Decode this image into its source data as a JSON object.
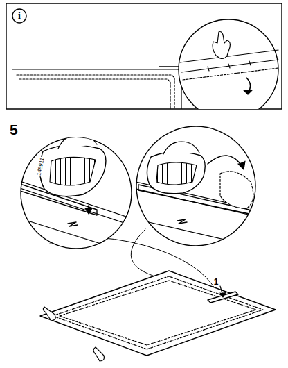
{
  "diagram": {
    "labels": [
      "i",
      "5",
      "148911",
      "1"
    ]
  }
}
